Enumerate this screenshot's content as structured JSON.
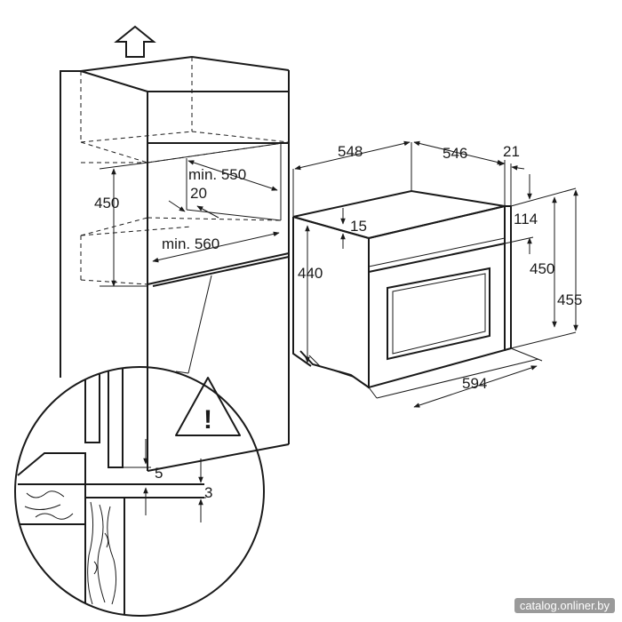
{
  "dimensions": {
    "cabinet_height": "450",
    "min_depth": "min. 550",
    "gap_top": "20",
    "min_width": "min. 560",
    "oven_depth_total": "548",
    "oven_depth_body": "546",
    "front_thickness": "21",
    "top_offset": "15",
    "body_height": "440",
    "panel_height": "114",
    "front_height_inner": "450",
    "front_height_total": "455",
    "oven_width": "594",
    "detail_gap": "5",
    "detail_offset": "3"
  },
  "icons": {
    "up_arrow": "up-arrow-icon",
    "warning": "warning-triangle-icon"
  },
  "warning_symbol": "!",
  "watermark": "catalog.onliner.by",
  "colors": {
    "line": "#1a1a1a",
    "background": "#ffffff"
  }
}
